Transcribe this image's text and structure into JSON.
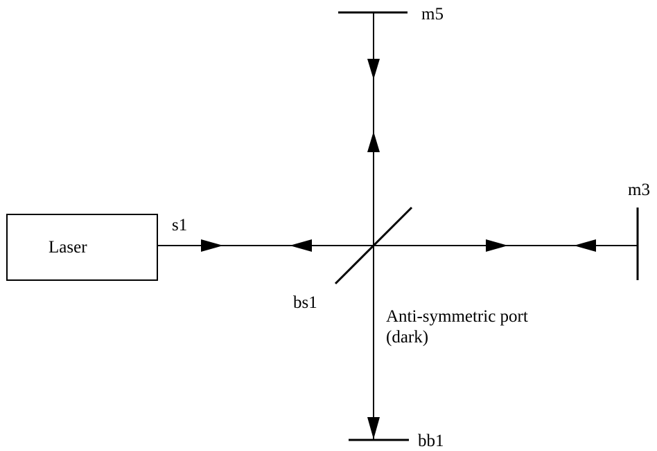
{
  "labels": {
    "laser": "Laser",
    "s1": "s1",
    "bs1": "bs1",
    "m5": "m5",
    "m3": "m3",
    "bb1": "bb1",
    "port_line1": "Anti-symmetric port",
    "port_line2": "(dark)"
  },
  "colors": {
    "stroke": "#000000",
    "background": "#ffffff"
  }
}
